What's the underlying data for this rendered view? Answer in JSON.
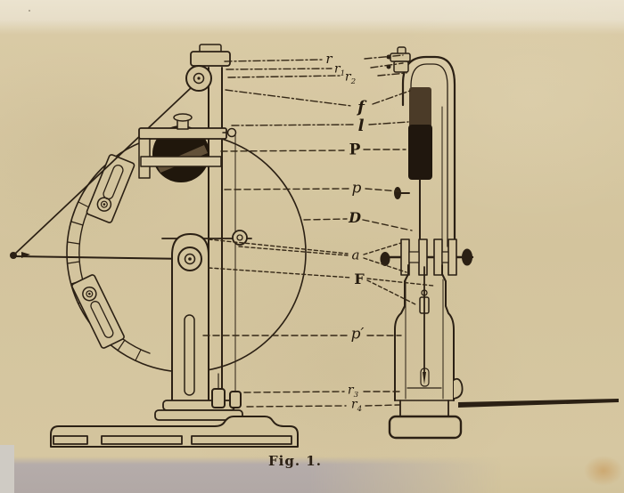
{
  "figure": {
    "caption": "Fig. 1.",
    "parts": {
      "r": {
        "base": "r",
        "sub": ""
      },
      "r1": {
        "base": "r",
        "sub": "1"
      },
      "r2": {
        "base": "r",
        "sub": "2"
      },
      "f": {
        "base": "f",
        "sub": ""
      },
      "l": {
        "base": "l",
        "sub": ""
      },
      "P": {
        "base": "P",
        "sub": ""
      },
      "p": {
        "base": "p",
        "sub": ""
      },
      "D": {
        "base": "D",
        "sub": ""
      },
      "a": {
        "base": "a",
        "sub": ""
      },
      "F": {
        "base": "F",
        "sub": ""
      },
      "p_prime": {
        "base": "p′",
        "sub": ""
      },
      "r3": {
        "base": "r",
        "sub": "3"
      },
      "r4": {
        "base": "r",
        "sub": "4"
      }
    },
    "colors": {
      "paper": "#d3c49d",
      "paper_edge_top": "#e9e1cc",
      "ink": "#2b2014",
      "bottom_shadow_band": "#b5acaa",
      "stain": "#c07a28"
    }
  }
}
